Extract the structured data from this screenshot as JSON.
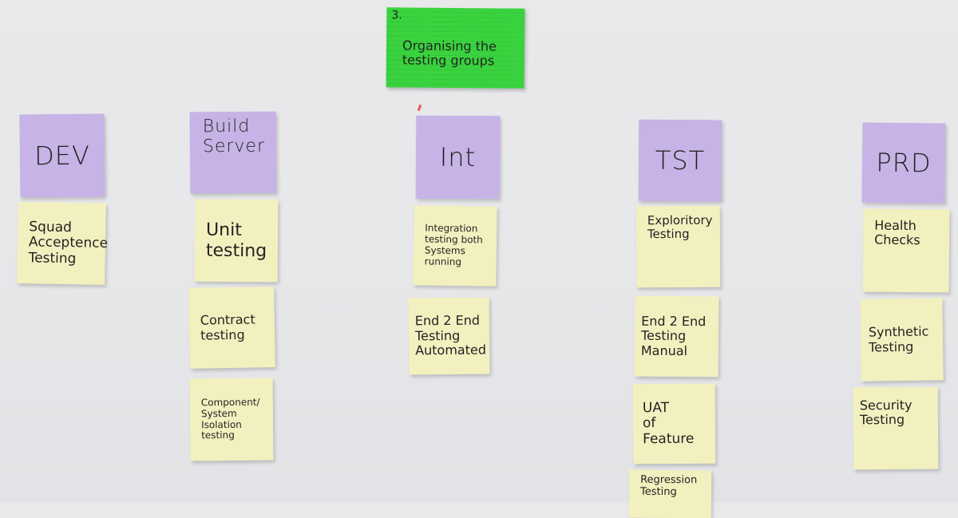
{
  "green_note": {
    "number": "3.",
    "text": "Organising the\ntesting groups"
  },
  "columns": [
    {
      "heading": "DEV",
      "tasks": [
        "Squad\nAcceptence\nTesting"
      ]
    },
    {
      "heading": "Build\nServer",
      "tasks": [
        "Unit\ntesting",
        "Contract\ntesting",
        "Component/\nSystem\nIsolation\ntesting"
      ]
    },
    {
      "heading": "Int",
      "tasks": [
        "Integration\ntesting both\nSystems running",
        "End 2 End\nTesting\nAutomated"
      ]
    },
    {
      "heading": "TST",
      "tasks": [
        "Exploritory\nTesting",
        "End 2 End\nTesting\nManual",
        "UAT\nof\nFeature",
        "Regression\nTesting"
      ]
    },
    {
      "heading": "PRD",
      "tasks": [
        "Health\nChecks",
        "Synthetic\nTesting",
        "Security\nTesting"
      ]
    }
  ],
  "colors": {
    "heading_note": "#c7b3e6",
    "task_note": "#f3f0c0",
    "title_note": "#3ad33f",
    "wall": "#e7e8ea"
  }
}
